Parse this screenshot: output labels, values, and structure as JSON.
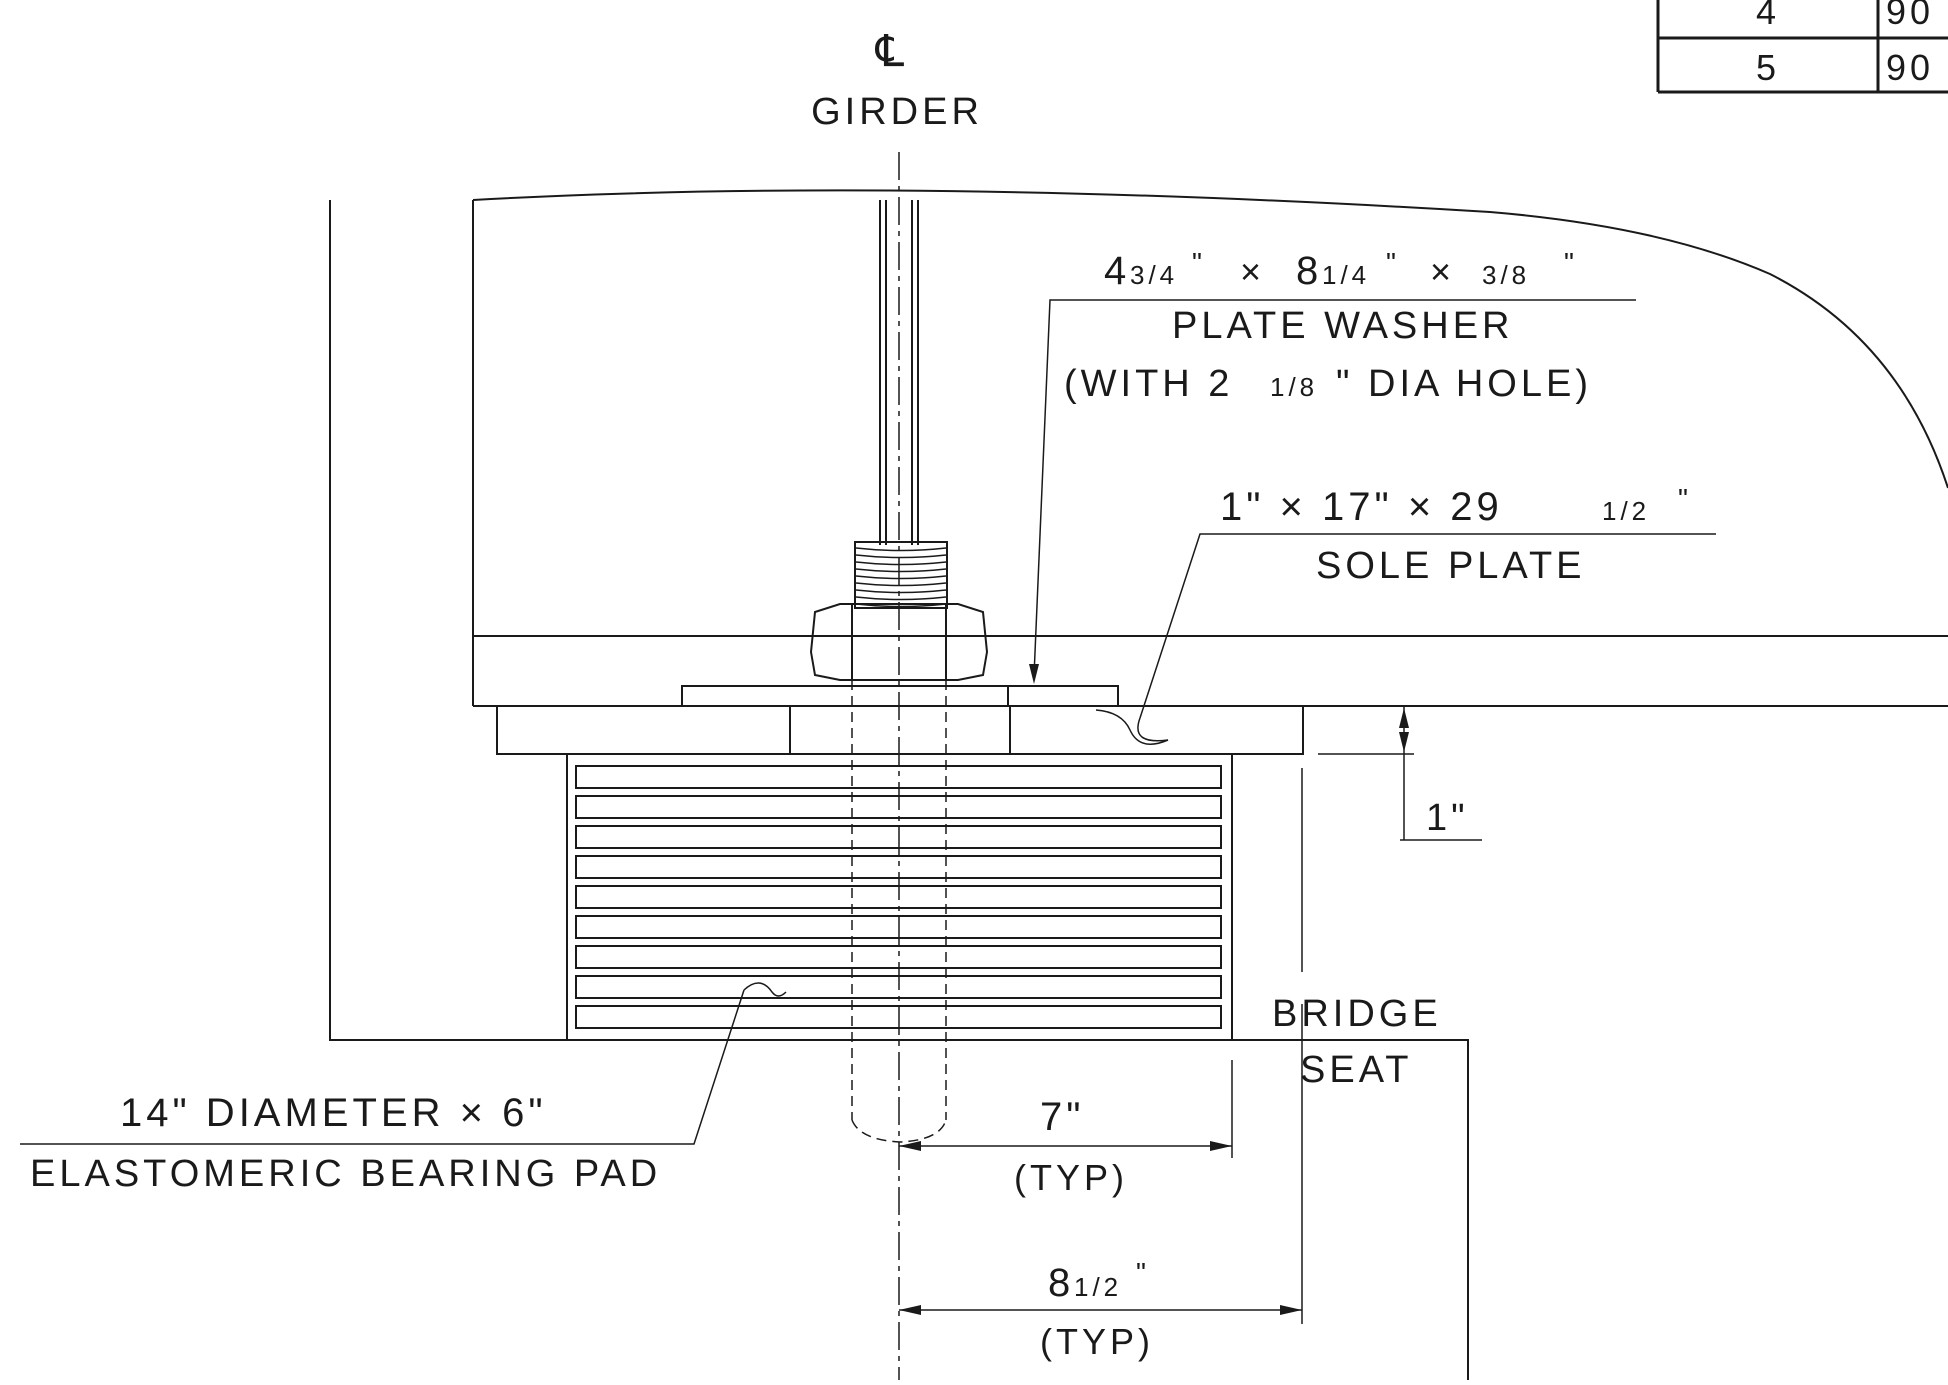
{
  "centerline": {
    "symbol": "℄",
    "label": "GIRDER"
  },
  "table": {
    "rows": [
      [
        "4",
        "90"
      ],
      [
        "5",
        "90"
      ]
    ]
  },
  "plate_washer": {
    "dims": {
      "a_whole": "4",
      "a_frac": "3/4",
      "b_whole": "8",
      "b_frac": "1/4",
      "c_frac": "3/8",
      "x": "×",
      "inch": "\""
    },
    "name": "PLATE WASHER",
    "hole_prefix": "(WITH 2",
    "hole_frac": "1/8",
    "hole_suffix": "\" DIA HOLE)"
  },
  "sole_plate": {
    "dims": "1\" × 17\" × 29",
    "frac": "1/2",
    "inch": "\"",
    "name": "SOLE PLATE"
  },
  "bearing_pad": {
    "line1": "14\" DIAMETER × 6\"",
    "line2": "ELASTOMERIC BEARING PAD"
  },
  "bridge_seat": {
    "line1": "BRIDGE",
    "line2": "SEAT"
  },
  "dim_thickness": "1\"",
  "dim_7": {
    "value": "7\"",
    "note": "(TYP)"
  },
  "dim_8half": {
    "whole": "8",
    "frac": "1/2",
    "inch": "\"",
    "note": "(TYP)"
  }
}
